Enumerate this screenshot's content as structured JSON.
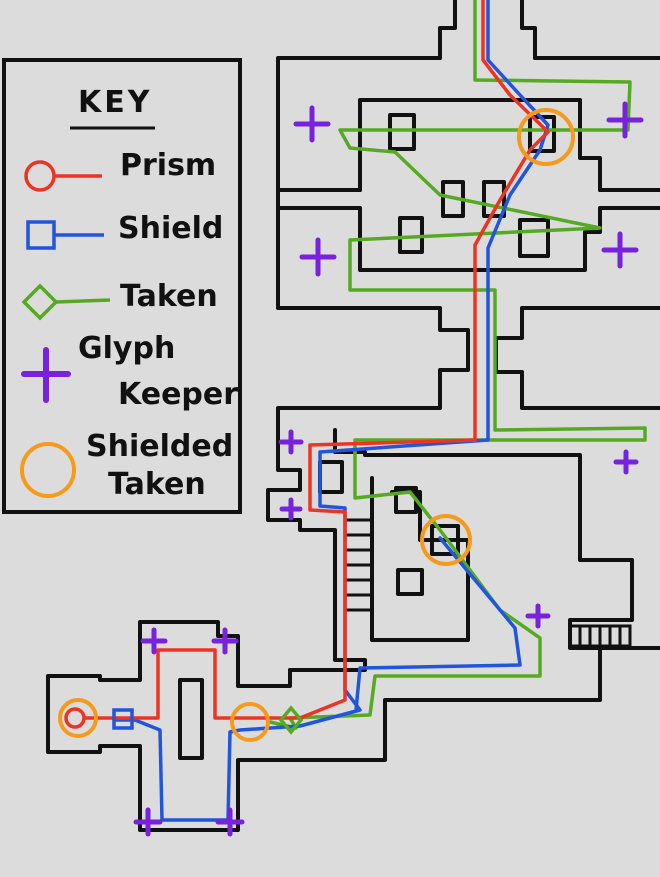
{
  "key": {
    "title": "KEY",
    "entries": [
      {
        "label": "Prism",
        "color": "#ee3322"
      },
      {
        "label": "Shield",
        "color": "#2255dd"
      },
      {
        "label": "Taken",
        "color": "#55aa22"
      },
      {
        "label_lines": [
          "Glyph",
          "Keeper"
        ],
        "color": "#7722dd"
      },
      {
        "label_lines": [
          "Shielded",
          "Taken"
        ],
        "color": "#f59a1a"
      }
    ]
  },
  "colors": {
    "background": "#dcdcdc",
    "wall": "#111111",
    "prism_route": "#ee3322",
    "shield_route": "#2255dd",
    "taken_route": "#55aa22",
    "glyph_keeper": "#7722dd",
    "shielded_taken": "#f59a1a"
  }
}
